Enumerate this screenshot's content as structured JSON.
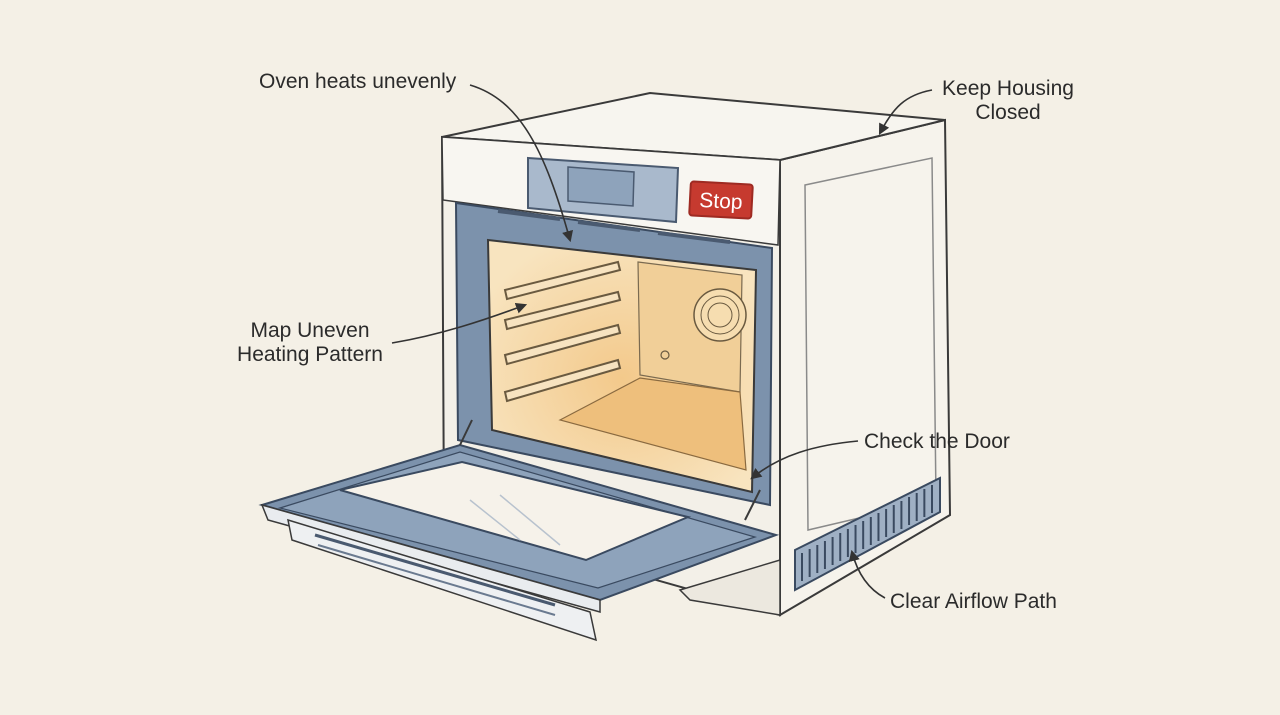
{
  "labels": {
    "uneven": "Oven heats unevenly",
    "housing": "Keep Housing\nClosed",
    "map": "Map Uneven\nHeating Pattern",
    "door": "Check the Door",
    "airflow": "Clear Airflow Path"
  },
  "control_panel": {
    "stop_label": "Stop"
  },
  "colors": {
    "background": "#f4f0e6",
    "frame": "#6f86a0",
    "interior": "#f0c98e",
    "stop": "#c63a2f",
    "line": "#3a3a3a"
  }
}
